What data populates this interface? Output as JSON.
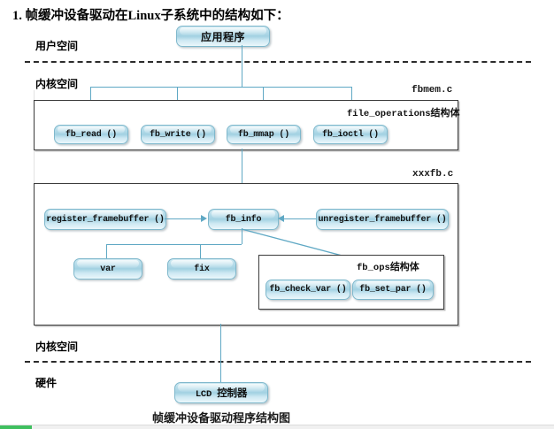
{
  "heading": "1. 帧缓冲设备驱动在Linux子系统中的结构如下：",
  "zones": {
    "user_space": "用户空间",
    "kernel_space_top": "内核空间",
    "kernel_space_bottom": "内核空间",
    "hardware": "硬件"
  },
  "files": {
    "fbmem": {
      "title": "fbmem.c",
      "struct_label_code": "file_operations",
      "struct_label_cjk": "结构体",
      "nodes": [
        {
          "label": "fb_read ()"
        },
        {
          "label": "fb_write ()"
        },
        {
          "label": "fb_mmap ()"
        },
        {
          "label": "fb_ioctl ()"
        }
      ]
    },
    "xxxfb": {
      "title": "xxxfb.c",
      "nodes": {
        "register": "register_framebuffer ()",
        "fb_info": "fb_info",
        "unregister": "unregister_framebuffer ()",
        "var": "var",
        "fix": "fix"
      },
      "fb_ops": {
        "struct_label_code": "fb_ops",
        "struct_label_cjk": "结构体",
        "nodes": [
          {
            "label": "fb_check_var ()"
          },
          {
            "label": "fb_set_par ()"
          }
        ]
      }
    }
  },
  "top_node": {
    "label": "应用程序"
  },
  "bottom_node": {
    "label_code": "LCD",
    "label_cjk": "控制器"
  },
  "caption": "帧缓冲设备驱动程序结构图",
  "colors": {
    "node_fill": "#a2d1e2",
    "node_border": "#7fb8cc",
    "connector": "#5fa8c4",
    "box_border": "#3b3b3b",
    "dash": "#2b2b2b",
    "accent": "#3fbf5f"
  }
}
